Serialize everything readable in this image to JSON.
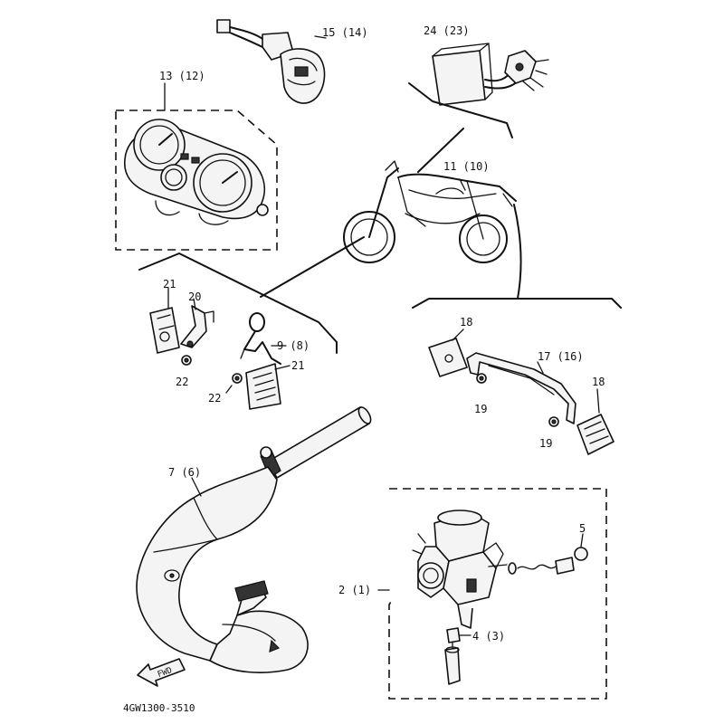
{
  "diagram": {
    "drawing_code": "4GW1300-3510",
    "callouts": {
      "c15": "15 (14)",
      "c24": "24 (23)",
      "c13": "13 (12)",
      "c11": "11 (10)",
      "c21a": "21",
      "c20": "20",
      "c22a": "22",
      "c9": "9 (8)",
      "c21b": "21",
      "c22b": "22",
      "c18a": "18",
      "c17": "17 (16)",
      "c18b": "18",
      "c19a": "19",
      "c19b": "19",
      "c7": "7 (6)",
      "c5": "5",
      "c2": "2 (1)",
      "c4": "4 (3)"
    },
    "fwd_label": "FWD"
  }
}
